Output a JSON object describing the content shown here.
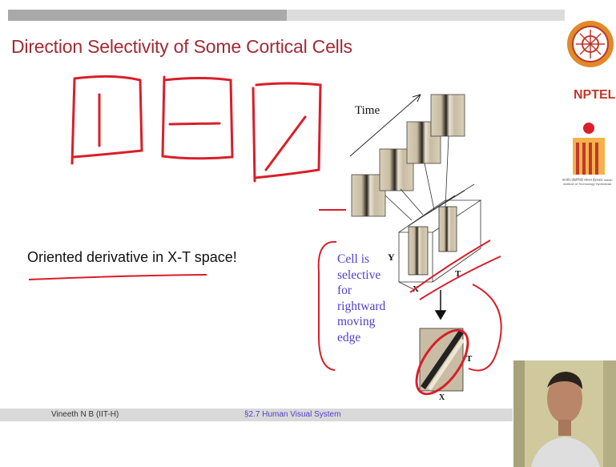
{
  "slide": {
    "title": "Direction Selectivity of Some Cortical Cells",
    "body_text": "Oriented derivative in X-T space!",
    "progress_fraction": 0.5
  },
  "figure": {
    "time_label": "Time",
    "axis_y_label": "Y",
    "axis_x_label": "X",
    "axis_t_label": "T",
    "zoom_axis_t_label": "T",
    "zoom_axis_x_label": "X",
    "note_lines": [
      "Cell is",
      "selective",
      "for",
      "rightward",
      "moving",
      "edge"
    ]
  },
  "footer": {
    "author": "Vineeth N B  (IIT-H)",
    "section": "§2.7 Human Visual System"
  },
  "logo": {
    "nptel_text": "NPTEL",
    "iit_caption": "भारतीय प्रौद्योगिकी संस्थान हैदराबाद Indian Institute of Technology Hyderabad"
  },
  "colors": {
    "title": "#a32a34",
    "annotation_ink": "#d81f2a",
    "note_text": "#4f3fd0"
  }
}
